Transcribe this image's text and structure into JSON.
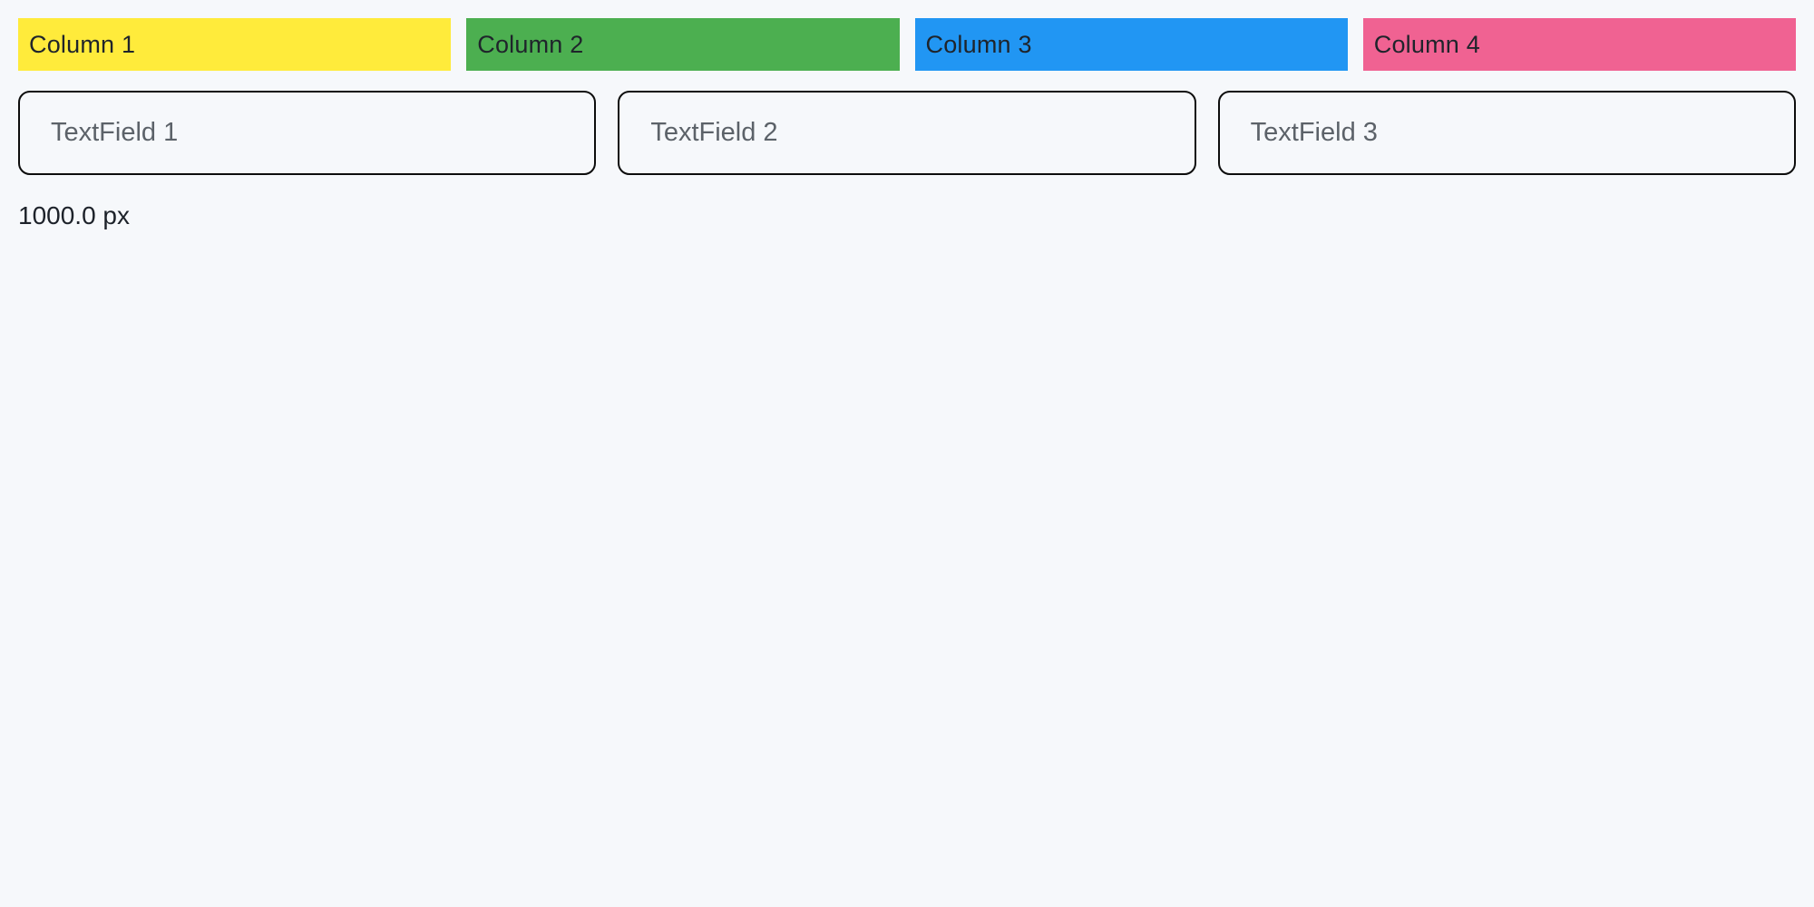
{
  "page": {
    "background_color": "#f6f8fb",
    "width_label": "1000.0 px"
  },
  "columns": [
    {
      "label": "Column 1",
      "color": "#ffeb3b"
    },
    {
      "label": "Column 2",
      "color": "#4caf50"
    },
    {
      "label": "Column 3",
      "color": "#2196f3"
    },
    {
      "label": "Column 4",
      "color": "#f06292"
    }
  ],
  "textfields": [
    {
      "placeholder": "TextField 1",
      "value": ""
    },
    {
      "placeholder": "TextField 2",
      "value": ""
    },
    {
      "placeholder": "TextField 3",
      "value": ""
    }
  ]
}
